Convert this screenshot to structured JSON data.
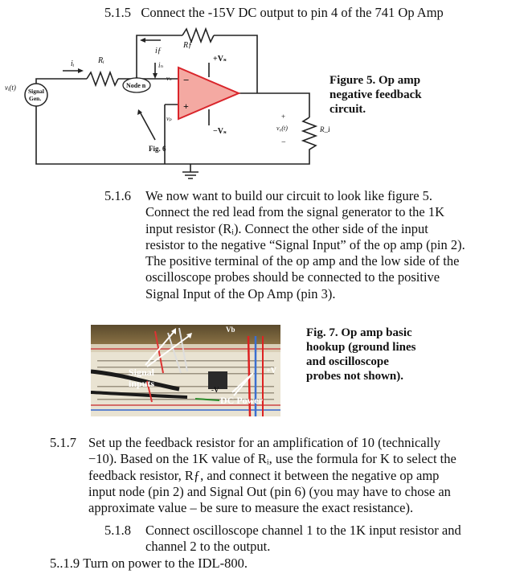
{
  "step_515": {
    "number": "5.1.5",
    "text": "Connect the -15V DC output to pin 4 of the 741 Op Amp"
  },
  "figure5": {
    "caption_line1": "Figure 5.  Op amp",
    "caption_line2": "negative feedback",
    "caption_line3": "circuit.",
    "labels": {
      "vi": "vᵢ(t)",
      "signal_gen_1": "Signal",
      "signal_gen_2": "Gen.",
      "ii": "iᵢ",
      "Ri": "Rᵢ",
      "Rf": "Rƒ",
      "if": "iƒ",
      "in": "iₙ",
      "node_n": "Node n",
      "vn": "vₙ",
      "vp": "vₚ",
      "minus": "−",
      "plus": "+",
      "pos_rail": "+Vₛ",
      "neg_rail": "−Vₛ",
      "fig6": "Fig. 6",
      "vo": "v₀(t)",
      "RL": "R_L",
      "out_plus": "+",
      "out_minus": "−"
    }
  },
  "step_516": {
    "number": "5.1.6",
    "lines": [
      "We now want to build our circuit to look like figure 5.",
      "Connect the red lead from the signal generator to the 1K",
      "input resistor (Rᵢ).  Connect the other side of the input",
      "resistor to the negative “Signal Input” of the op amp (pin 2).",
      "The positive terminal of the op amp and the low side of the",
      "oscilloscope probes should be connected to the positive",
      "Signal Input of the Op Amp (pin 3)."
    ]
  },
  "figure7": {
    "caption_line1": "Fig. 7.  Op amp basic",
    "caption_line2": "hookup (ground lines",
    "caption_line3": "and oscilloscope",
    "caption_line4": "probes not shown).",
    "photo_labels": {
      "signal_1": "Signal",
      "signal_2": "inputs",
      "dc_power": "DC Power",
      "plus_v": "+V",
      "minus_v": "-V",
      "vb": "Vb"
    }
  },
  "step_517": {
    "number": "5.1.7",
    "lines": [
      "Set up the feedback resistor for an amplification of 10 (technically",
      "−10). Based on the 1K value of Rᵢ, use the formula for K to select the",
      "feedback resistor, Rƒ, and connect it between the negative op amp",
      "input node (pin 2) and Signal Out (pin 6) (you may have to chose an",
      "approximate value – be sure to measure the exact  resistance)."
    ]
  },
  "step_518": {
    "number": "5.1.8",
    "lines": [
      "Connect oscilloscope channel 1 to the 1K input resistor and",
      "channel 2 to the output."
    ]
  },
  "step_519": {
    "number": "5..1.9",
    "text": "Turn on power to the IDL-800."
  },
  "colors": {
    "opamp_fill": "#f4a9a2",
    "opamp_stroke": "#d9252b",
    "text": "#111111"
  }
}
